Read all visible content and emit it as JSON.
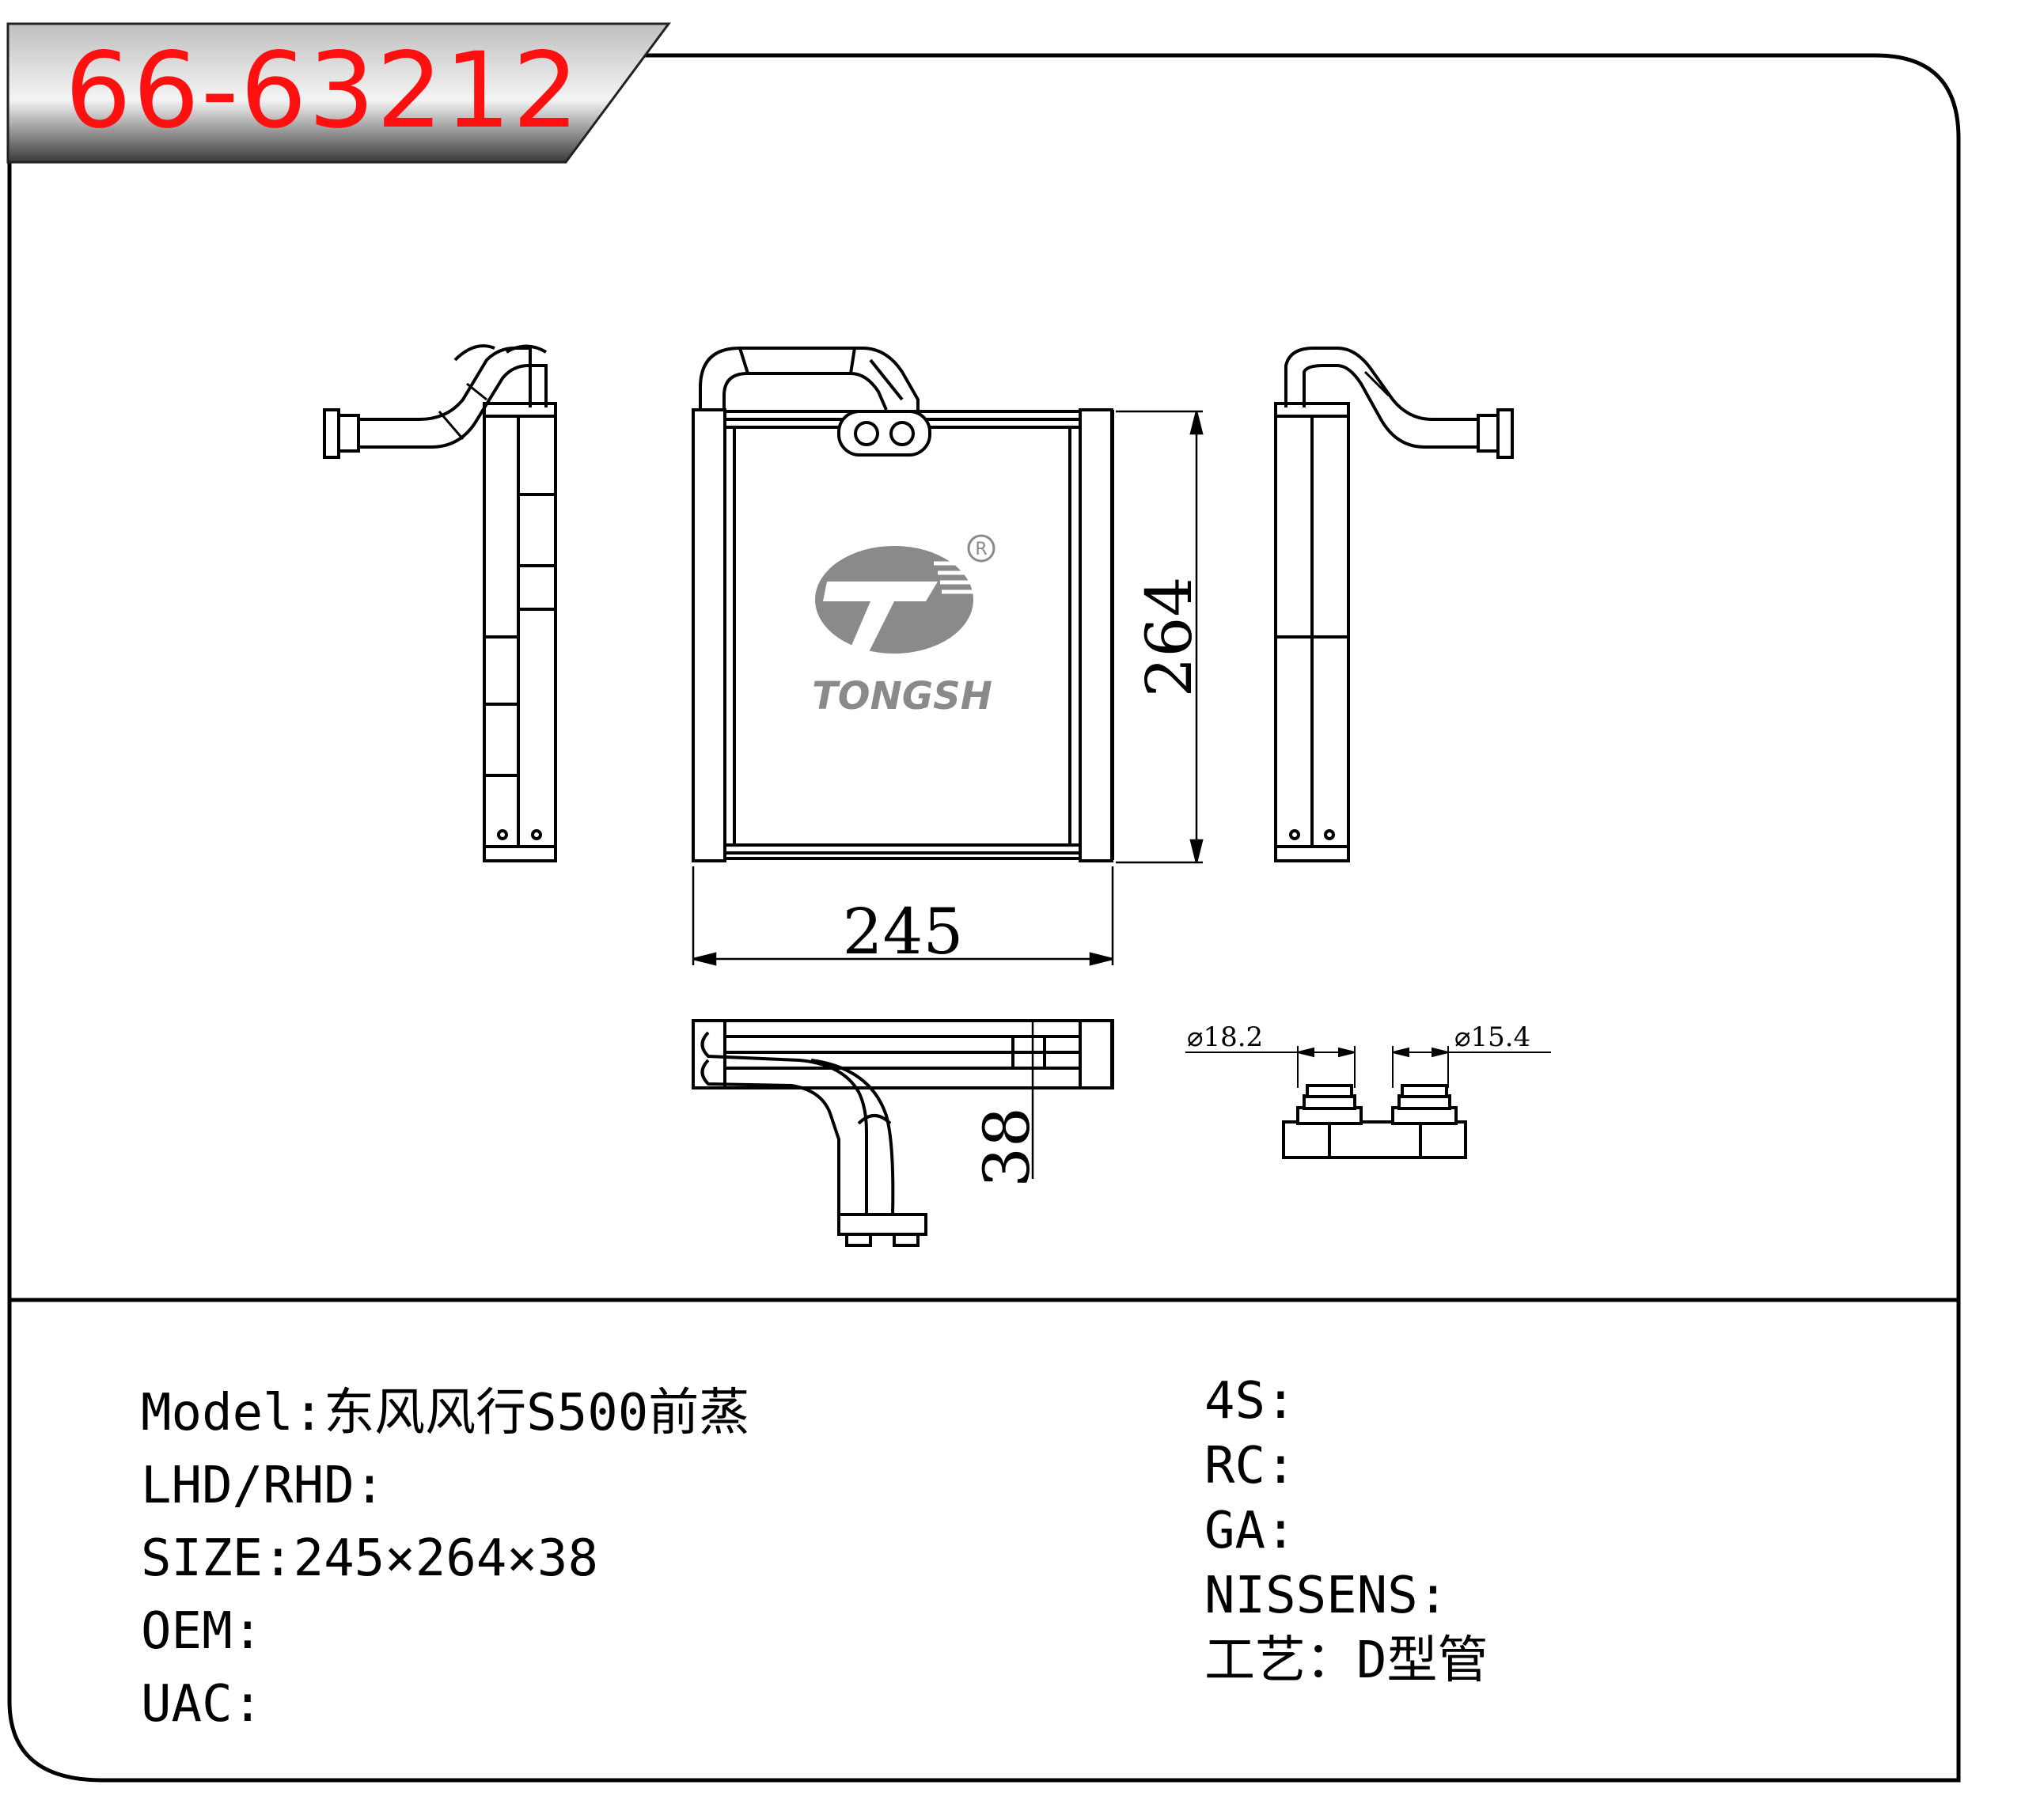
{
  "title": {
    "code": "66-63212"
  },
  "drawing": {
    "brand": "TONGSH",
    "registered_mark": "R",
    "dim_width": "245",
    "dim_height": "264",
    "dim_depth": "38",
    "dia_left": "⌀18.2",
    "dia_right": "⌀15.4"
  },
  "specs_left": [
    {
      "label": "Model",
      "sep": ":",
      "value": "东风风行S500前蒸"
    },
    {
      "label": "LHD/RHD",
      "sep": ":",
      "value": ""
    },
    {
      "label": "SIZE",
      "sep": ":",
      "value": "245×264×38"
    },
    {
      "label": "OEM",
      "sep": ":",
      "value": ""
    },
    {
      "label": "UAC",
      "sep": ":",
      "value": ""
    }
  ],
  "specs_right": [
    {
      "label": "4S",
      "sep": ":",
      "value": ""
    },
    {
      "label": "RC",
      "sep": ":",
      "value": ""
    },
    {
      "label": "GA",
      "sep": ":",
      "value": ""
    },
    {
      "label": "NISSENS",
      "sep": ":",
      "value": ""
    },
    {
      "label": "工艺",
      "sep": "：",
      "value": "D型管"
    }
  ],
  "colors": {
    "title": "#ff1010",
    "frame": "#000000",
    "logo": "#8a8a8a"
  }
}
